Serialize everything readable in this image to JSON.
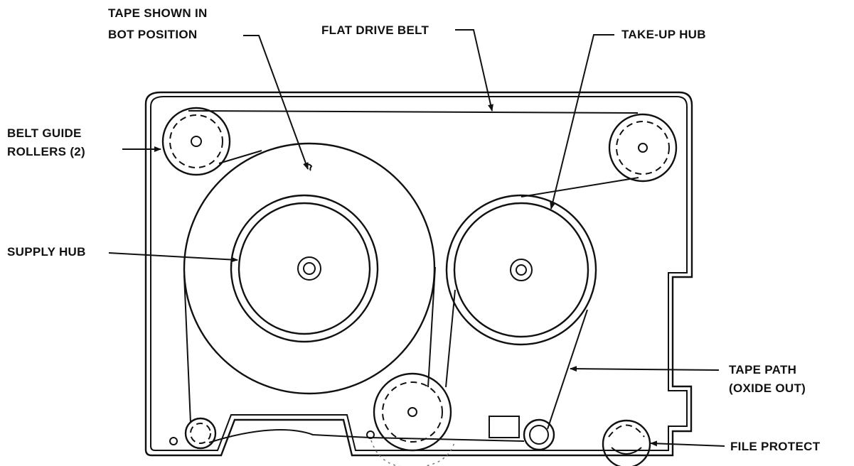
{
  "labels": {
    "tape_shown_line1": "TAPE SHOWN IN",
    "tape_shown_line2": "BOT POSITION",
    "flat_drive_belt": "FLAT DRIVE BELT",
    "take_up_hub": "TAKE-UP HUB",
    "belt_guide_line1": "BELT GUIDE",
    "belt_guide_line2": "ROLLERS (2)",
    "supply_hub": "SUPPLY HUB",
    "tape_path_line1": "TAPE PATH",
    "tape_path_line2": "(OXIDE OUT)",
    "file_protect": "FILE PROTECT"
  },
  "colors": {
    "ink": "#111111",
    "paper": "#ffffff"
  }
}
